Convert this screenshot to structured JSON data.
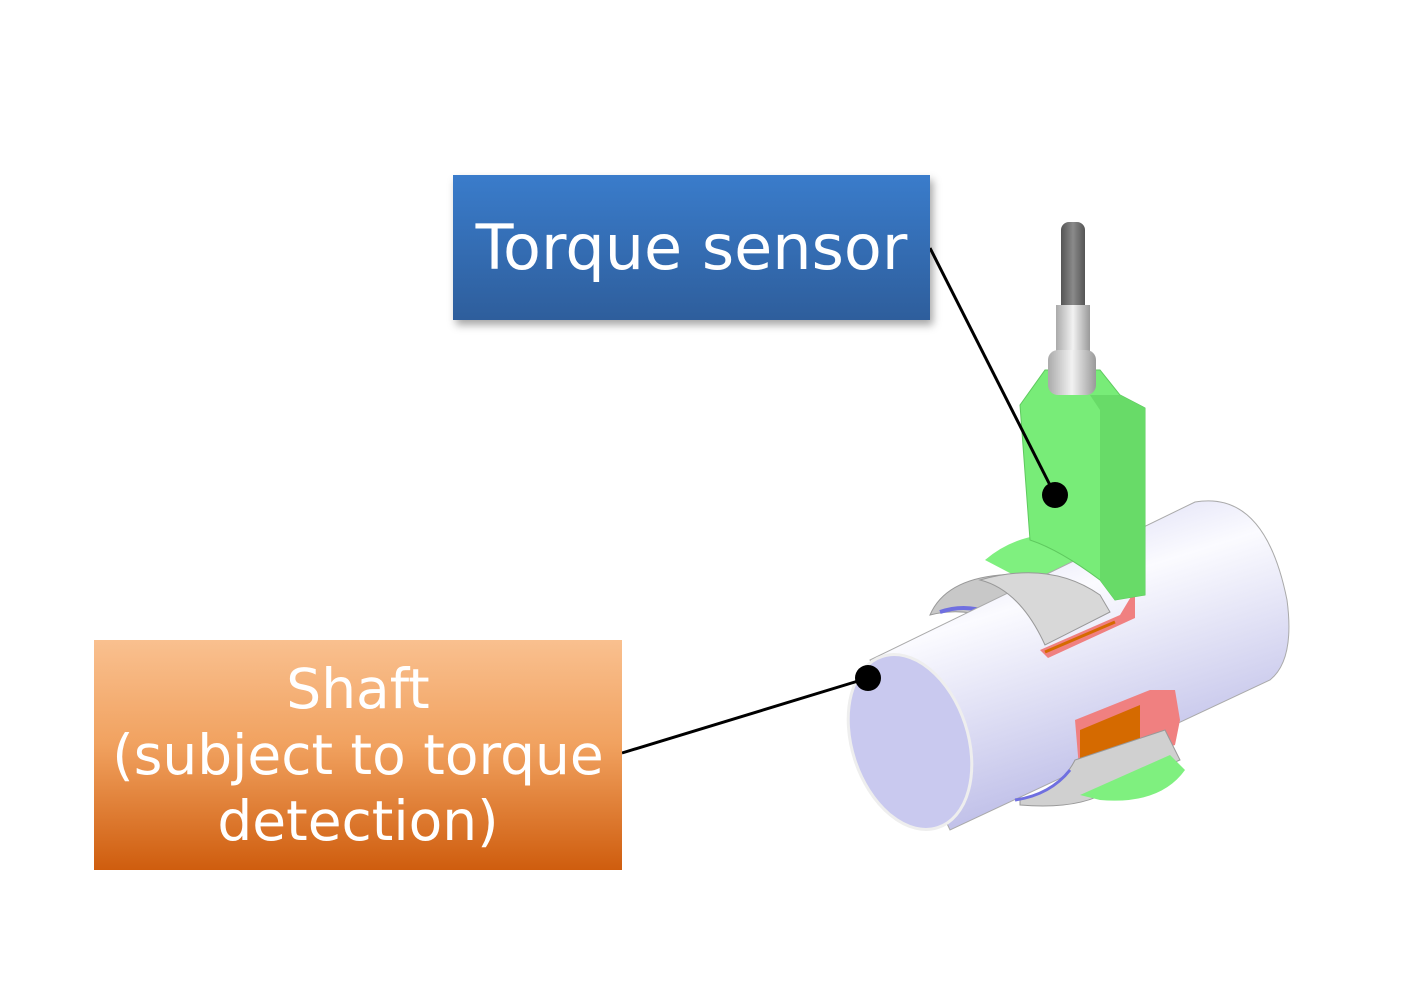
{
  "labels": {
    "torque_sensor": "Torque sensor",
    "shaft_line1": "Shaft",
    "shaft_line2": "(subject to torque",
    "shaft_line3": "detection)"
  },
  "colors": {
    "sensor_label": "#3570b8",
    "shaft_label": "#e8843a",
    "sensor_body": "#7ff07f",
    "shaft": "#d4d4f4"
  }
}
